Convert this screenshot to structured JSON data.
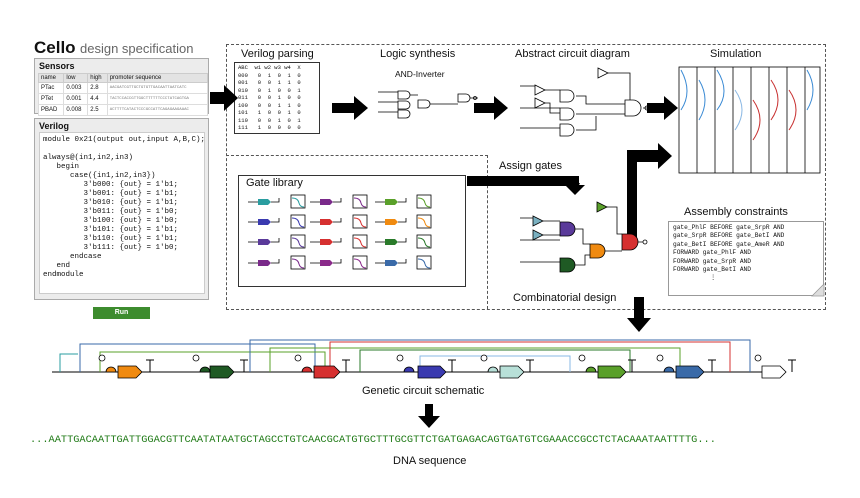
{
  "header": {
    "title": "Cello",
    "subtitle": "design specification"
  },
  "sensors": {
    "title": "Sensors",
    "columns": [
      "name",
      "low",
      "high",
      "promoter sequence"
    ],
    "rows": [
      [
        "PTac",
        "0.003",
        "2.8",
        "AACGATCGTTGCTGTGTTGACAATTAATCATC"
      ],
      [
        "PTet",
        "0.001",
        "4.4",
        "TACTCCACCGTTGGCTTTTTTCCCTATCAGTGA"
      ],
      [
        "PBAD",
        "0.008",
        "2.5",
        "ACTTTTCATACTCCCGCCATTCAGAGAAGAAAC"
      ]
    ]
  },
  "verilog": {
    "title": "Verilog",
    "code": "module 0x21(output out,input A,B,C);\n\nalways@(in1,in2,in3)\n   begin\n      case({in1,in2,in3})\n         3'b000: {out} = 1'b1;\n         3'b001: {out} = 1'b1;\n         3'b010: {out} = 1'b1;\n         3'b011: {out} = 1'b0;\n         3'b100: {out} = 1'b0;\n         3'b101: {out} = 1'b1;\n         3'b110: {out} = 1'b1;\n         3'b111: {out} = 1'b0;\n      endcase\n   end\nendmodule"
  },
  "run_button": "Run",
  "stages": {
    "verilog_parsing": "Verilog parsing",
    "logic_synthesis": "Logic synthesis",
    "and_inverter": "AND-Inverter",
    "abstract_circuit": "Abstract circuit diagram",
    "simulation": "Simulation",
    "assign_gates": "Assign gates",
    "gate_library": "Gate library",
    "assembly_constraints": "Assembly constraints",
    "combinatorial_design": "Combinatorial design",
    "genetic_schematic": "Genetic circuit schematic",
    "dna_sequence": "DNA sequence"
  },
  "truth_table": "ABC  w1 w2 w3 w4  X\n000   0  1  0  1  0\n001   0  0  1  1  0\n010   0  1  0  0  1\n011   0  0  1  0  0\n100   0  0  1  1  0\n101   1  0  0  1  0\n110   0  0  1  0  1\n111   1  0  0  0  0",
  "assembly_text": "gate_PhlF BEFORE gate_SrpR AND\ngate_SrpR BEFORE gate_BetI AND\ngate_BetI BEFORE gate_AmeR AND\nFORWARD gate_PhlF AND\nFORWARD gate_SrpR AND\nFORWARD gate_BetI AND\n          ⋮",
  "dna": "...AATTGACAATTGATTGGACGTTCAATATAATGCTAGCCTGTCAACGCATGTGCTTTGCGTTCTGATGAGACAGTGATGTCGAAACCGCCTCTACAAATAATTTTG...",
  "colors": {
    "run": "#3d8c2e",
    "dna": "#1f7a16"
  }
}
